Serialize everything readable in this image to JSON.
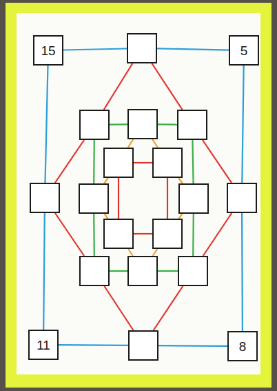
{
  "diagram": {
    "nodes": [
      {
        "text": [
          "15"
        ]
      },
      {
        "text": []
      },
      {
        "text": [
          "5"
        ]
      },
      {
        "text": []
      },
      {
        "text": []
      },
      {
        "text": []
      },
      {
        "text": []
      },
      {
        "text": []
      },
      {
        "text": []
      },
      {
        "text": []
      },
      {
        "text": []
      },
      {
        "text": []
      },
      {
        "text": []
      },
      {
        "text": []
      },
      {
        "text": []
      },
      {
        "text": []
      },
      {
        "text": []
      },
      {
        "text": [
          "11"
        ]
      },
      {
        "text": []
      },
      {
        "text": [
          "8"
        ]
      }
    ],
    "edges": [
      {
        "from": 0,
        "to": 1,
        "arrow": "none"
      },
      {
        "from": 1,
        "to": 2,
        "arrow": "none"
      },
      {
        "from": 0,
        "to": 8,
        "arrow": "none"
      },
      {
        "from": 8,
        "to": 17,
        "arrow": "none"
      },
      {
        "from": 17,
        "to": 18,
        "arrow": "none"
      },
      {
        "from": 18,
        "to": 19,
        "arrow": "none"
      },
      {
        "from": 2,
        "to": 11,
        "arrow": "none"
      },
      {
        "from": 11,
        "to": 19,
        "arrow": "none"
      },
      {
        "from": 1,
        "to": 3,
        "arrow": "none"
      },
      {
        "from": 1,
        "to": 5,
        "arrow": "none"
      },
      {
        "from": 3,
        "to": 8,
        "arrow": "none"
      },
      {
        "from": 5,
        "to": 11,
        "arrow": "none"
      },
      {
        "from": 8,
        "to": 14,
        "arrow": "none"
      },
      {
        "from": 11,
        "to": 16,
        "arrow": "none"
      },
      {
        "from": 14,
        "to": 18,
        "arrow": "none"
      },
      {
        "from": 16,
        "to": 18,
        "arrow": "none"
      },
      {
        "from": 3,
        "to": 4,
        "arrow": "none"
      },
      {
        "from": 4,
        "to": 5,
        "arrow": "none"
      },
      {
        "from": 3,
        "to": 9,
        "arrow": "none"
      },
      {
        "from": 9,
        "to": 14,
        "arrow": "none"
      },
      {
        "from": 5,
        "to": 10,
        "arrow": "none"
      },
      {
        "from": 10,
        "to": 16,
        "arrow": "none"
      },
      {
        "from": 14,
        "to": 15,
        "arrow": "none"
      },
      {
        "from": 15,
        "to": 16,
        "arrow": "none"
      },
      {
        "from": 4,
        "to": 6,
        "arrow": "none"
      },
      {
        "from": 4,
        "to": 7,
        "arrow": "none"
      },
      {
        "from": 9,
        "to": 6,
        "arrow": "none"
      },
      {
        "from": 9,
        "to": 12,
        "arrow": "none"
      },
      {
        "from": 10,
        "to": 7,
        "arrow": "none"
      },
      {
        "from": 10,
        "to": 13,
        "arrow": "none"
      },
      {
        "from": 15,
        "to": 12,
        "arrow": "none"
      },
      {
        "from": 15,
        "to": 13,
        "arrow": "none"
      },
      {
        "from": 6,
        "to": 7,
        "arrow": "none"
      },
      {
        "from": 12,
        "to": 13,
        "arrow": "none"
      },
      {
        "from": 6,
        "to": 12,
        "arrow": "none"
      },
      {
        "from": 7,
        "to": 13,
        "arrow": "none"
      }
    ]
  }
}
